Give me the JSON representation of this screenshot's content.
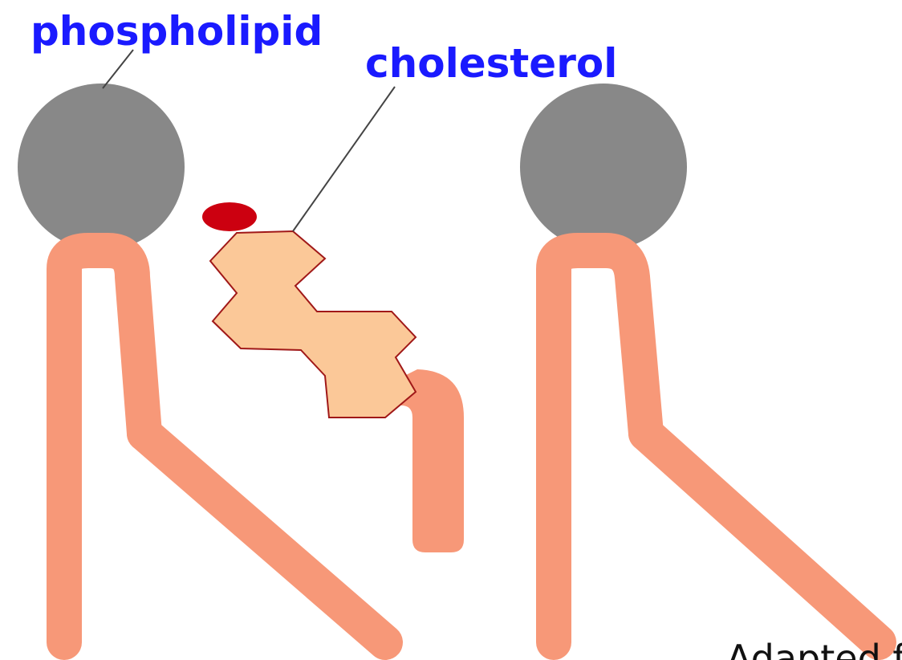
{
  "labels": {
    "phospholipid": "phospholipid",
    "cholesterol": "cholesterol",
    "credit": "Adapted f"
  },
  "colors": {
    "label_text": "#1a1aff",
    "phospholipid_head": "#888888",
    "phospholipid_tail": "#f79878",
    "cholesterol_ring_fill": "#fbc898",
    "cholesterol_ring_stroke": "#a01818",
    "cholesterol_hydroxyl": "#cc0010",
    "background": "#ffffff"
  }
}
